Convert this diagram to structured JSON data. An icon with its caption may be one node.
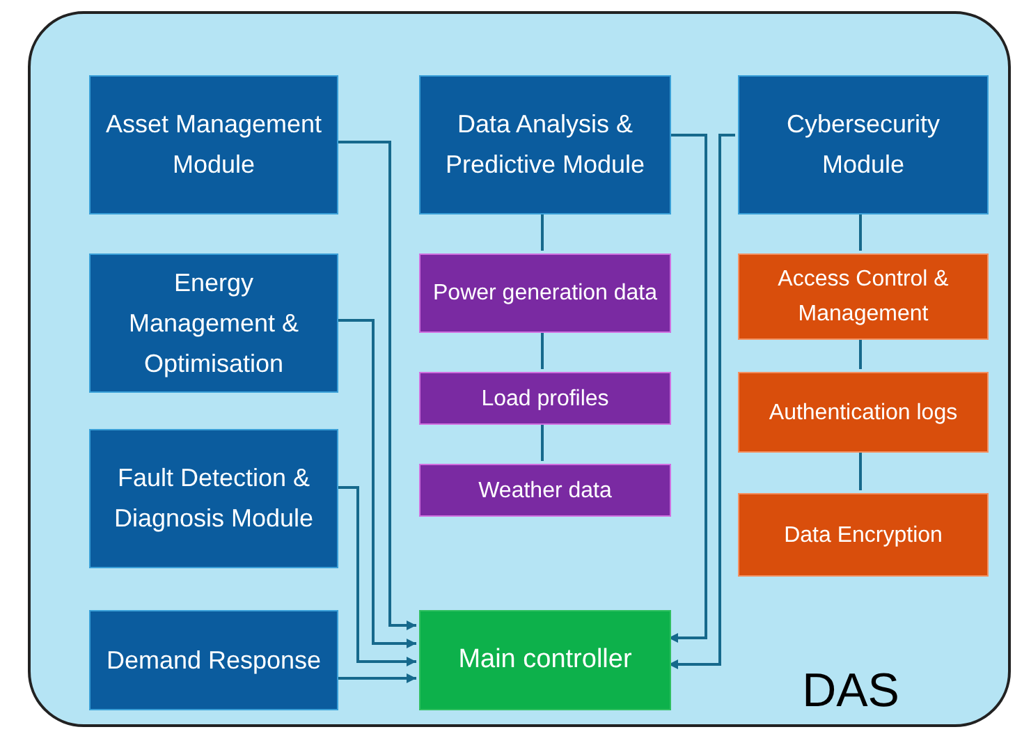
{
  "diagram": {
    "nodes": [
      {
        "text": [
          "DAS"
        ]
      },
      {
        "text": [
          "Asset Management Module"
        ],
        "in": 0
      },
      {
        "text": [
          "Energy Management & Optimisation"
        ],
        "in": 0
      },
      {
        "text": [
          "Fault Detection & Diagnosis Module"
        ],
        "in": 0
      },
      {
        "text": [
          "Demand Response"
        ],
        "in": 0
      },
      {
        "text": [
          "Data Analysis & Predictive Module"
        ],
        "in": 0
      },
      {
        "text": [
          "Power generation data"
        ],
        "in": 0
      },
      {
        "text": [
          "Load profiles"
        ],
        "in": 0
      },
      {
        "text": [
          "Weather data"
        ],
        "in": 0
      },
      {
        "text": [
          "Main controller"
        ],
        "in": 0
      },
      {
        "text": [
          "Cybersecurity Module"
        ],
        "in": 0
      },
      {
        "text": [
          "Access Control & Management"
        ],
        "in": 0
      },
      {
        "text": [
          "Authentication logs"
        ],
        "in": 0
      },
      {
        "text": [
          "Data Encryption"
        ],
        "in": 0
      }
    ],
    "edges": [
      {
        "from": 1,
        "to": 9,
        "arrow": "to"
      },
      {
        "from": 2,
        "to": 9,
        "arrow": "to"
      },
      {
        "from": 3,
        "to": 9,
        "arrow": "to"
      },
      {
        "from": 4,
        "to": 9,
        "arrow": "to"
      },
      {
        "from": 5,
        "to": 9,
        "arrow": "to"
      },
      {
        "from": 10,
        "to": 9,
        "arrow": "to"
      },
      {
        "from": 5,
        "to": 6,
        "arrow": "none"
      },
      {
        "from": 6,
        "to": 7,
        "arrow": "none"
      },
      {
        "from": 7,
        "to": 8,
        "arrow": "none"
      },
      {
        "from": 10,
        "to": 11,
        "arrow": "none"
      },
      {
        "from": 11,
        "to": 12,
        "arrow": "none"
      },
      {
        "from": 12,
        "to": 13,
        "arrow": "none"
      }
    ]
  }
}
